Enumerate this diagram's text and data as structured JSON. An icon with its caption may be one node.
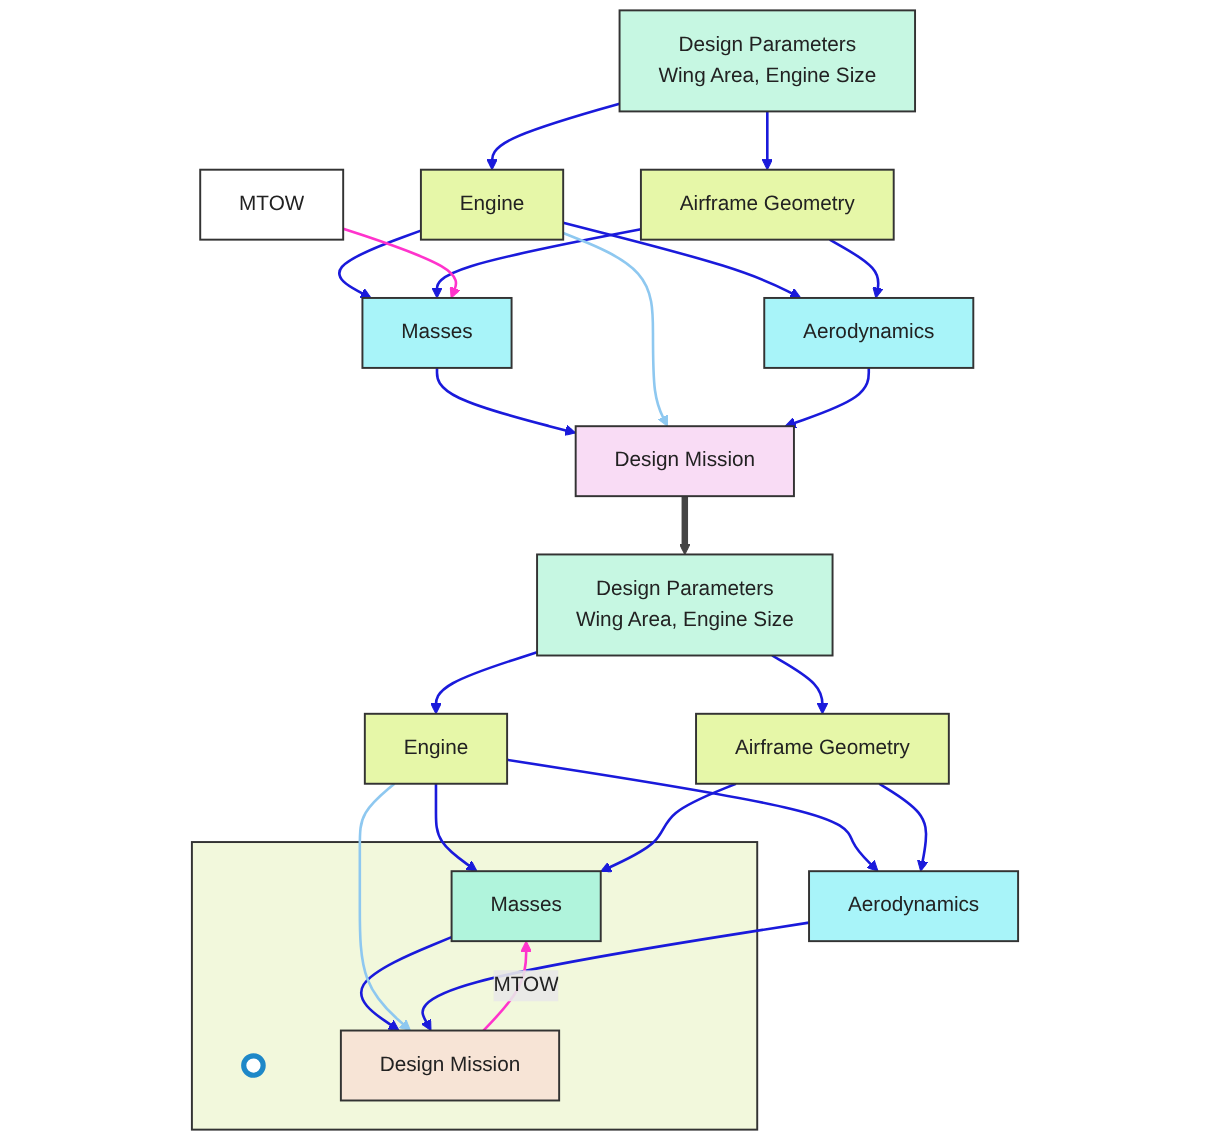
{
  "diagram": {
    "nodes": [
      {
        "text": [
          "Design Parameters",
          "Wing Area, Engine Size"
        ]
      },
      {
        "text": [
          "Engine"
        ]
      },
      {
        "text": [
          "Airframe Geometry"
        ]
      },
      {
        "text": [
          "Masses"
        ]
      },
      {
        "text": [
          "Aerodynamics"
        ]
      },
      {
        "text": [
          "Design Mission"
        ]
      },
      {
        "text": [
          "MTOW"
        ]
      },
      {
        "text": [
          "Design Parameters",
          "Wing Area, Engine Size"
        ]
      },
      {
        "text": [
          "Engine"
        ]
      },
      {
        "text": [
          "Airframe Geometry"
        ]
      },
      {
        "text": [],
        "shape": "box"
      },
      {
        "text": [
          "Masses"
        ],
        "in": 10
      },
      {
        "text": [
          "Aerodynamics"
        ]
      },
      {
        "text": [],
        "shape": "circle",
        "in": 10
      },
      {
        "text": [
          "Design Mission"
        ],
        "in": 10
      }
    ],
    "edges": [
      {
        "from": 0,
        "to": 2,
        "arrow": "to"
      },
      {
        "from": 0,
        "to": 1,
        "arrow": "to"
      },
      {
        "from": 1,
        "to": 3,
        "arrow": "to"
      },
      {
        "from": 2,
        "to": 3,
        "arrow": "to"
      },
      {
        "from": 1,
        "to": 4,
        "arrow": "to"
      },
      {
        "from": 2,
        "to": 4,
        "arrow": "to"
      },
      {
        "from": 3,
        "to": 5,
        "arrow": "to"
      },
      {
        "from": 1,
        "to": 5,
        "arrow": "to",
        "color": "#8ec8f0"
      },
      {
        "from": 4,
        "to": 5,
        "arrow": "to"
      },
      {
        "from": 6,
        "to": 3,
        "arrow": "to",
        "color": "#ff33cc"
      },
      {
        "from": 5,
        "to": 7,
        "arrow": "to",
        "style": "thick",
        "color": "#444444"
      },
      {
        "from": 7,
        "to": 9,
        "arrow": "to"
      },
      {
        "from": 7,
        "to": 8,
        "arrow": "to"
      },
      {
        "from": 8,
        "to": 11,
        "arrow": "to"
      },
      {
        "from": 9,
        "to": 11,
        "arrow": "to"
      },
      {
        "from": 8,
        "to": 12,
        "arrow": "to"
      },
      {
        "from": 9,
        "to": 12,
        "arrow": "to"
      },
      {
        "from": 11,
        "to": 14,
        "arrow": "to"
      },
      {
        "from": 8,
        "to": 14,
        "arrow": "to",
        "color": "#8ec8f0"
      },
      {
        "from": 12,
        "to": 14,
        "arrow": "to"
      },
      {
        "from": 14,
        "to": 11,
        "arrow": "to",
        "label": "MTOW",
        "color": "#ff33cc"
      }
    ]
  }
}
